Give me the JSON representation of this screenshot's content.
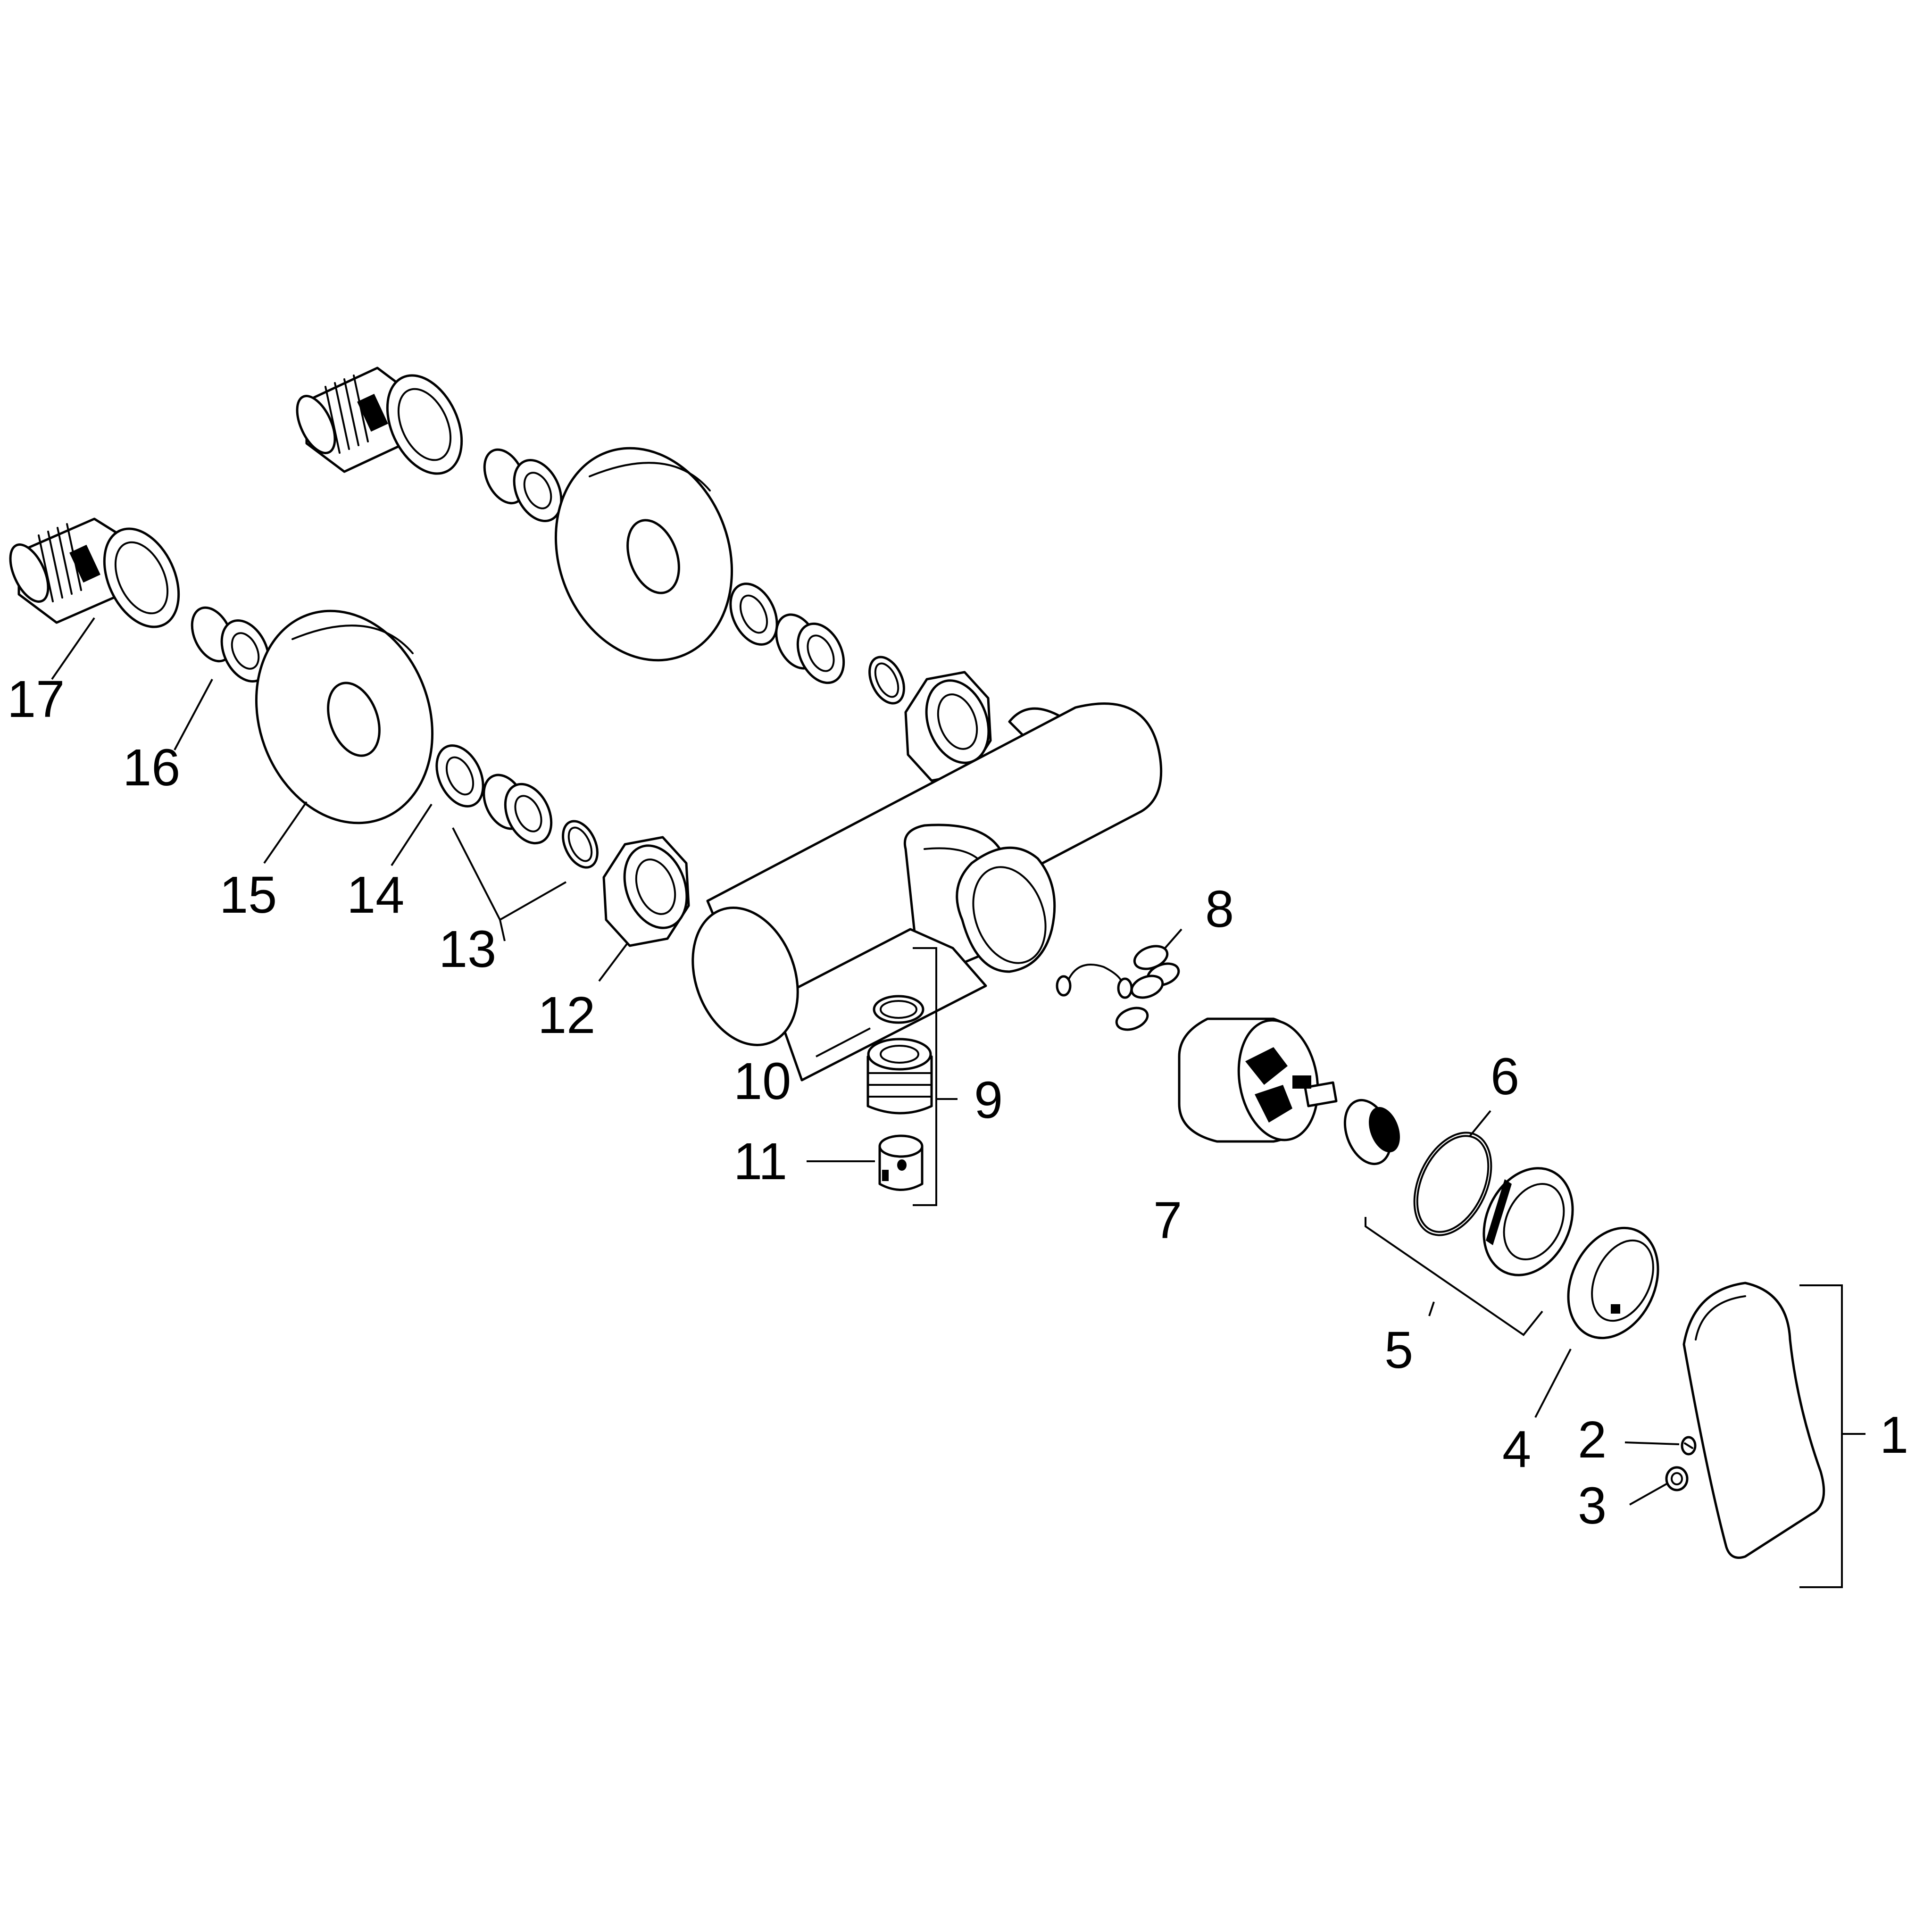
{
  "callouts": [
    {
      "id": "1",
      "text": "1"
    },
    {
      "id": "2",
      "text": "2"
    },
    {
      "id": "3",
      "text": "3"
    },
    {
      "id": "4",
      "text": "4"
    },
    {
      "id": "5",
      "text": "5"
    },
    {
      "id": "6",
      "text": "6"
    },
    {
      "id": "7",
      "text": "7"
    },
    {
      "id": "8",
      "text": "8"
    },
    {
      "id": "9",
      "text": "9"
    },
    {
      "id": "10",
      "text": "10"
    },
    {
      "id": "11",
      "text": "11"
    },
    {
      "id": "12",
      "text": "12"
    },
    {
      "id": "13",
      "text": "13"
    },
    {
      "id": "14",
      "text": "14"
    },
    {
      "id": "15",
      "text": "15"
    },
    {
      "id": "16",
      "text": "16"
    },
    {
      "id": "17",
      "text": "17"
    }
  ],
  "style": {
    "ink": "#000000",
    "paper": "#ffffff"
  }
}
